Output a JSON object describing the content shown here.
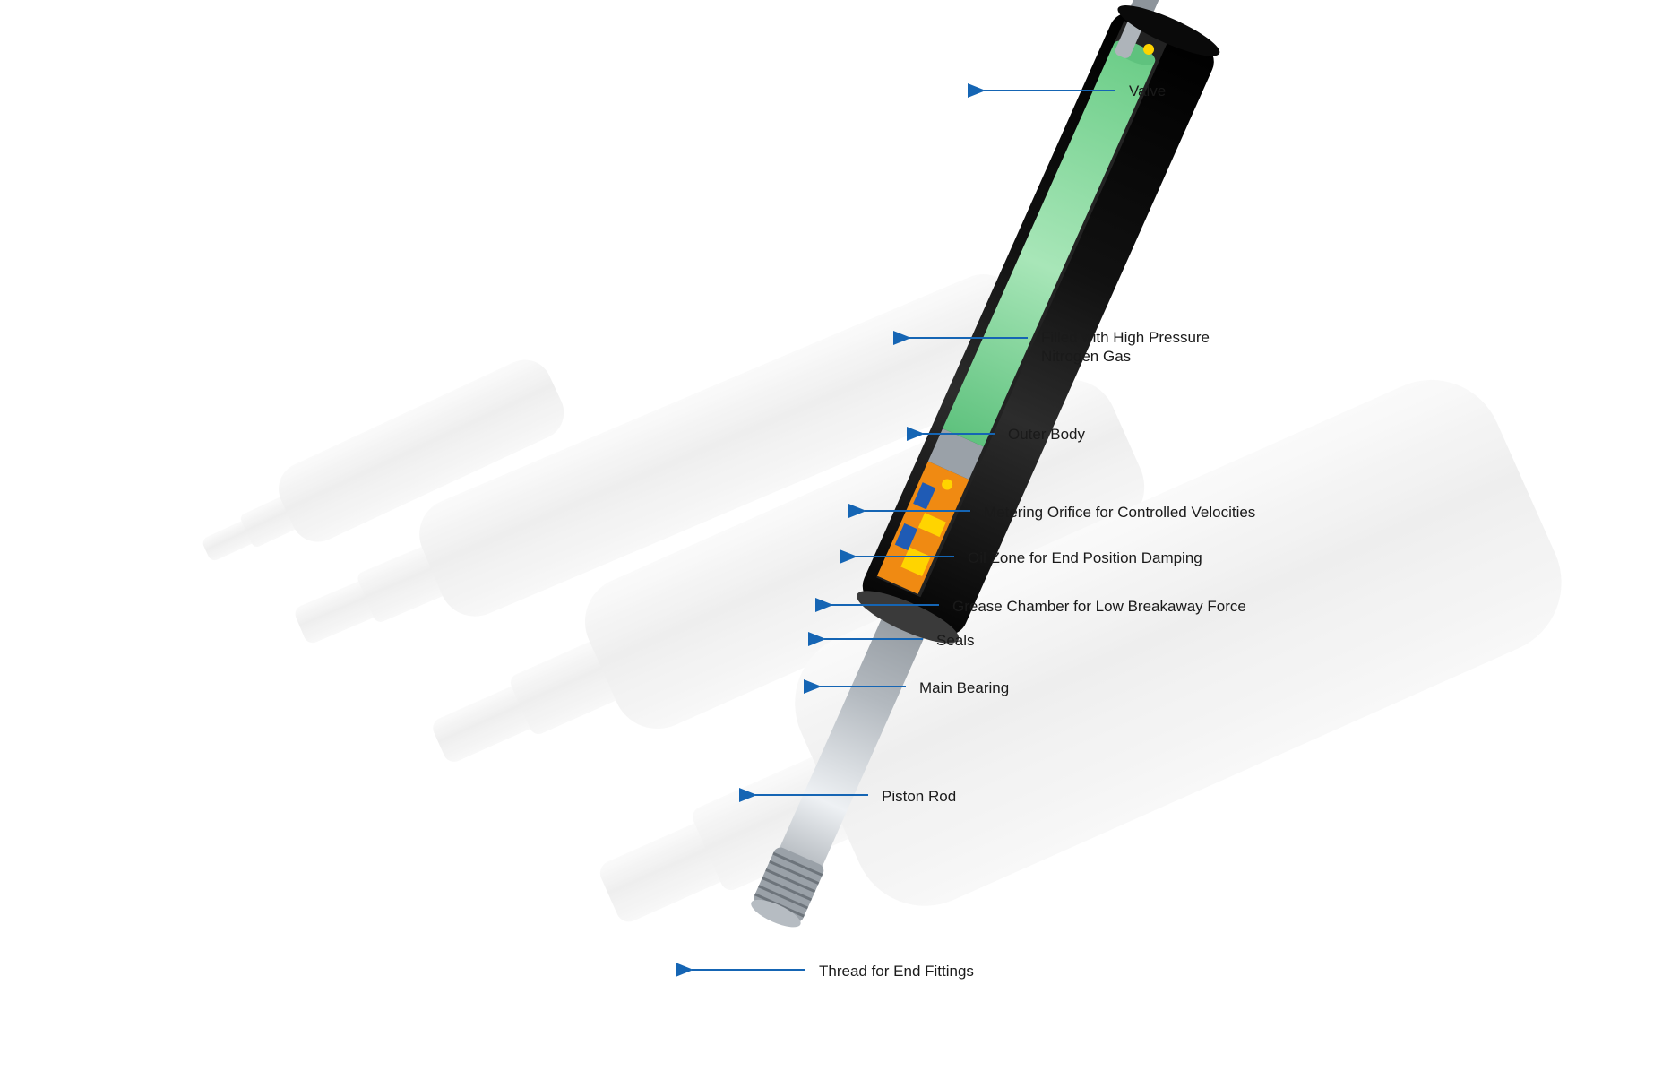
{
  "diagram": {
    "callouts": [
      {
        "id": "valve",
        "lines": [
          "Valve"
        ]
      },
      {
        "id": "gas",
        "lines": [
          "Filled with High Pressure",
          "Nitrogen Gas"
        ]
      },
      {
        "id": "outer-body",
        "lines": [
          "Outer Body"
        ]
      },
      {
        "id": "metering-orifice",
        "lines": [
          "Metering Orifice for Controlled Velocities"
        ]
      },
      {
        "id": "oil-zone",
        "lines": [
          "Oil Zone for End Position Damping"
        ]
      },
      {
        "id": "grease-chamber",
        "lines": [
          "Grease Chamber for Low Breakaway Force"
        ]
      },
      {
        "id": "seals",
        "lines": [
          "Seals"
        ]
      },
      {
        "id": "main-bearing",
        "lines": [
          "Main Bearing"
        ]
      },
      {
        "id": "piston-rod",
        "lines": [
          "Piston Rod"
        ]
      },
      {
        "id": "thread",
        "lines": [
          "Thread for End Fittings"
        ]
      }
    ]
  },
  "colors": {
    "arrow": "#1565b4",
    "gas": "#8fd9a4",
    "body": "#161616",
    "oil": "#f08a12",
    "seal": "#ffd400",
    "grease": "#1f5bb5",
    "rod": "#c8cdd2",
    "ghost": "#f1f1f1"
  }
}
